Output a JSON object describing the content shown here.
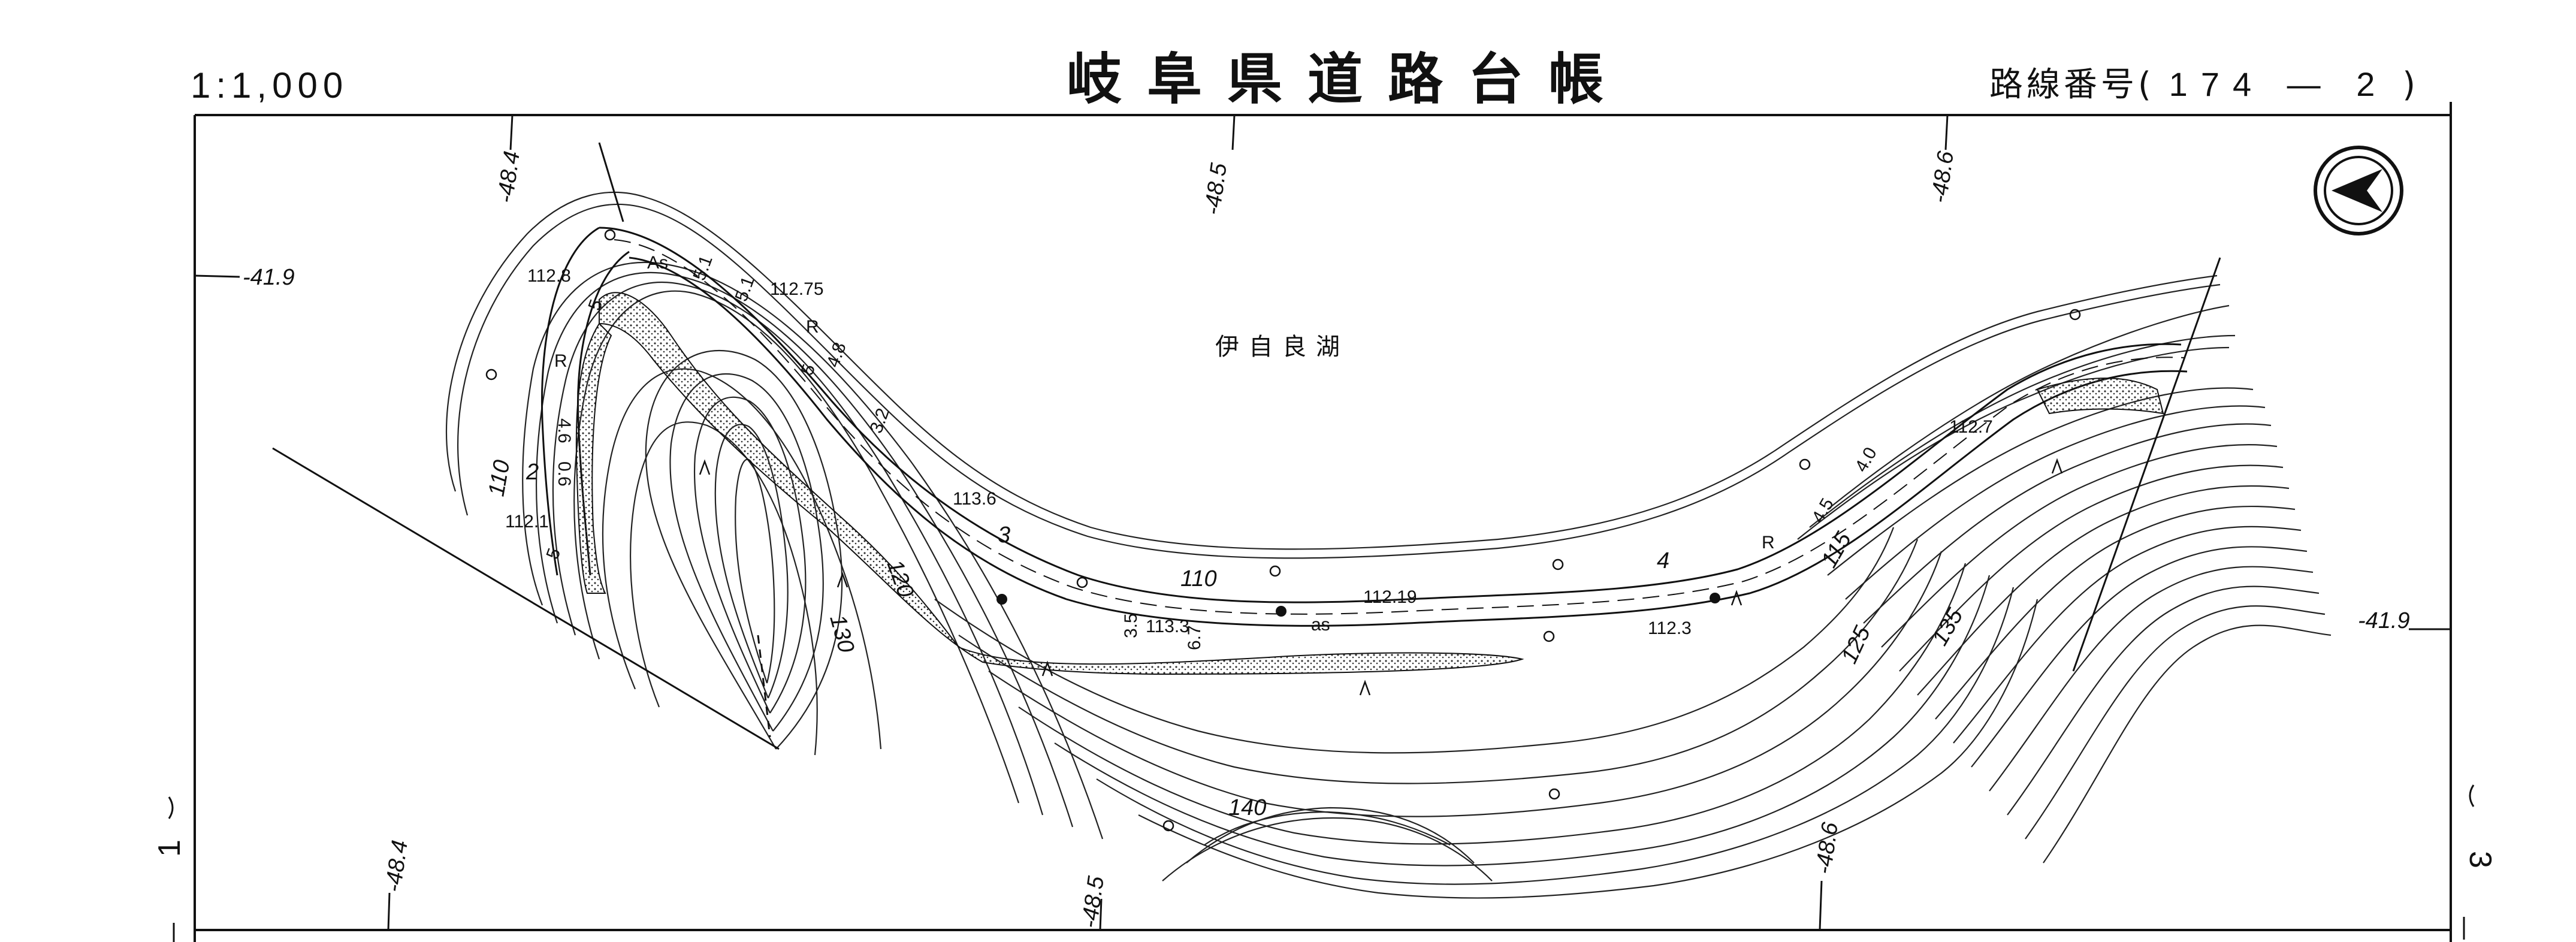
{
  "header": {
    "title": "岐阜県道路台帳",
    "scale": "1:1,000",
    "route_label": "路線番号(",
    "route_number": "174 — 2",
    "route_close": ")"
  },
  "map": {
    "lake_name": "伊自良湖",
    "grid_labels": {
      "top": [
        "-48.4",
        "-48.5",
        "-48.6"
      ],
      "bottom": [
        "-48.4",
        "-48.5",
        "-48.6"
      ],
      "left": "-41.9",
      "right": "-41.9"
    },
    "elevations": [
      "112.8",
      "112.75",
      "113.6",
      "112.1",
      "112.19",
      "113.3",
      "112.3",
      "112.7"
    ],
    "contours": [
      "110",
      "110",
      "120",
      "130",
      "140",
      "115",
      "125",
      "135"
    ],
    "station_numbers": [
      "2",
      "3",
      "4"
    ],
    "road_labels": [
      "As",
      "R",
      "R",
      "R",
      "as"
    ],
    "widths": [
      "5.1",
      "5.1",
      "5",
      "5",
      "4.8",
      "3.2",
      "4.6",
      "0.6",
      "5",
      "3.5",
      "6.7",
      "4.0",
      "4.5"
    ],
    "sheet_neighbors": {
      "left": "1",
      "right": "3"
    },
    "north_arrow": "north-arrow"
  }
}
